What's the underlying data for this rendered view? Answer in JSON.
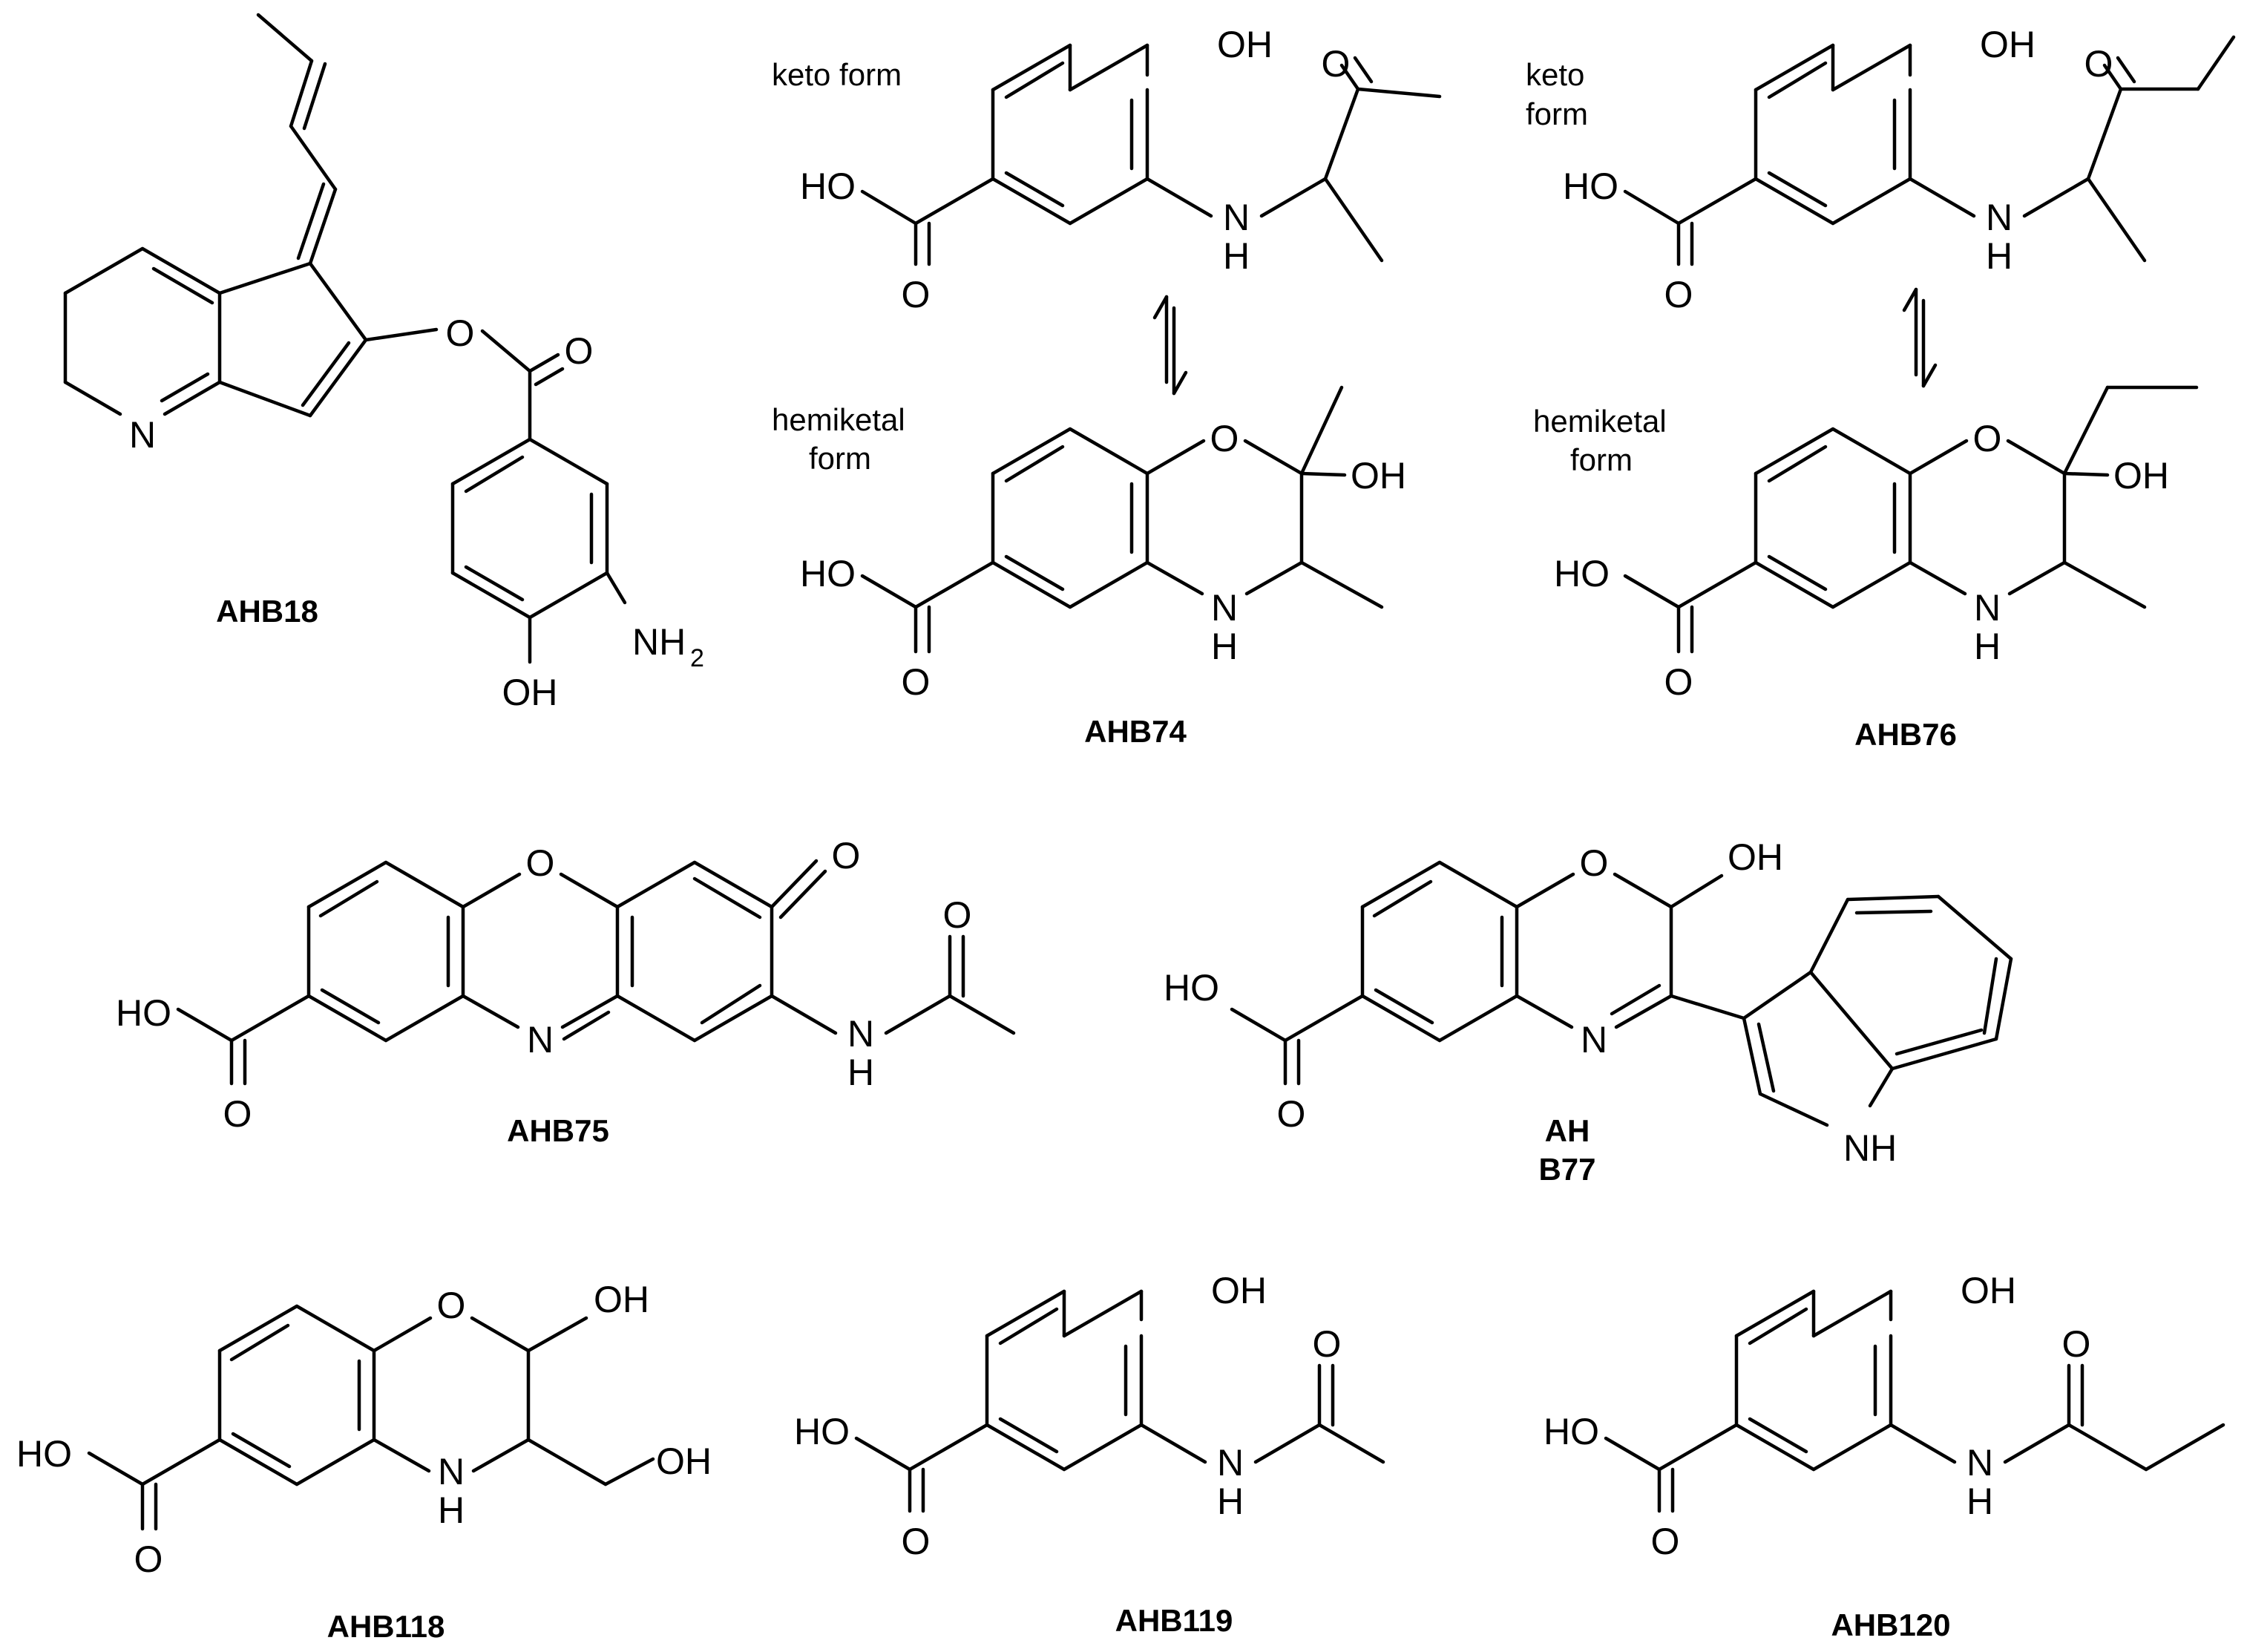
{
  "compounds": {
    "ahb18": {
      "name": "AHB18",
      "atoms": {
        "n": "N",
        "o_ester": "O",
        "o_carbonyl": "O",
        "nh2": "NH",
        "nh2_sub": "2",
        "oh": "OH"
      }
    },
    "ahb74": {
      "name": "AHB74",
      "keto": {
        "label": "keto form",
        "atoms": {
          "oh": "OH",
          "o_ketone": "O",
          "ho": "HO",
          "n": "N",
          "h": "H",
          "o_acid": "O"
        }
      },
      "hemiketal": {
        "label_1": "hemiketal",
        "label_2": "form",
        "atoms": {
          "o_ring": "O",
          "oh": "OH",
          "ho": "HO",
          "nh": "N",
          "h": "H",
          "o_acid": "O"
        }
      }
    },
    "ahb76": {
      "name": "AHB76",
      "keto": {
        "label_1": "keto",
        "label_2": "form",
        "atoms": {
          "oh": "OH",
          "o_ketone": "O",
          "ho": "HO",
          "n": "N",
          "h": "H",
          "o_acid": "O"
        }
      },
      "hemiketal": {
        "label_1": "hemiketal",
        "label_2": "form",
        "atoms": {
          "o_ring": "O",
          "oh": "OH",
          "ho": "HO",
          "nh": "N",
          "h": "H",
          "o_acid": "O"
        }
      }
    },
    "ahb75": {
      "name": "AHB75",
      "atoms": {
        "o_ring": "O",
        "o_keto": "O",
        "o_amide": "O",
        "ho": "HO",
        "n_ring": "N",
        "nh": "N",
        "h": "H",
        "o_acid": "O"
      }
    },
    "ahb77": {
      "name_1": "AH",
      "name_2": "B77",
      "atoms": {
        "o_ring": "O",
        "oh": "OH",
        "ho": "HO",
        "n_ring": "N",
        "nh": "NH",
        "o_acid": "O"
      }
    },
    "ahb118": {
      "name": "AHB118",
      "atoms": {
        "o_ring": "O",
        "oh": "OH",
        "ho": "HO",
        "nh": "N",
        "h": "H",
        "ch2oh": "OH",
        "o_acid": "O"
      }
    },
    "ahb119": {
      "name": "AHB119",
      "atoms": {
        "oh": "OH",
        "o_amide": "O",
        "ho": "HO",
        "nh": "N",
        "h": "H",
        "o_acid": "O"
      }
    },
    "ahb120": {
      "name": "AHB120",
      "atoms": {
        "oh": "OH",
        "o_amide": "O",
        "ho": "HO",
        "nh": "N",
        "h": "H",
        "o_acid": "O"
      }
    }
  },
  "colors": {
    "ink": "#000000",
    "background": "#ffffff"
  }
}
